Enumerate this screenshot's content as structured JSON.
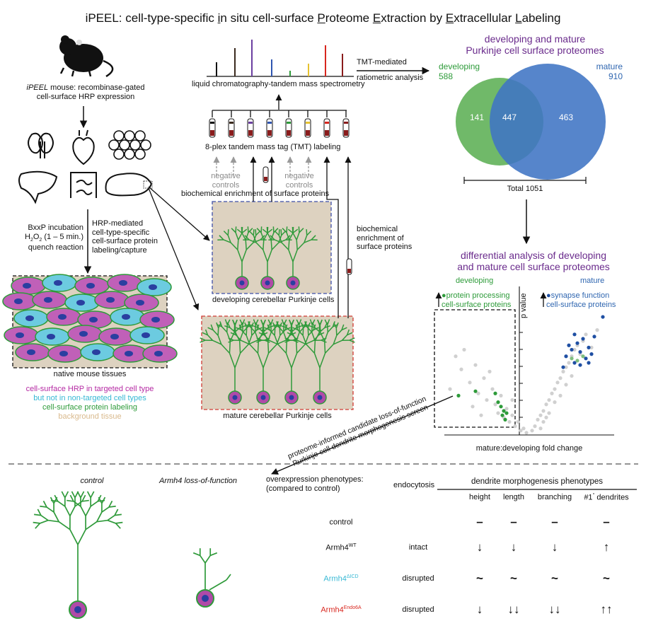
{
  "title": "iPEEL: cell-type-specific in situ cell-surface Proteome Extraction by Extracellular Labeling",
  "title_parts": {
    "p1": "iPEEL: cell-type-specific ",
    "u1": "i",
    "p2": "n situ cell-surface ",
    "u2": "P",
    "p3": "roteome ",
    "u3": "E",
    "p4": "xtraction by ",
    "u4": "E",
    "p5": "xtracellular ",
    "u5": "L",
    "p6": "abeling"
  },
  "mouse": {
    "name_italic": "iPEEL",
    "desc_1": " mouse: recombinase-gated",
    "desc_2": "cell-surface HRP expression"
  },
  "labeling_left": [
    "BxxP incubation",
    "H2O2 (1 – 5 min.)",
    "quench reaction"
  ],
  "labeling_left_h2o2": {
    "h": "H",
    "sub1": "2",
    "o": "O",
    "sub2": "2",
    "rest": " (1 – 5 min.)"
  },
  "labeling_right": [
    "HRP-mediated",
    "cell-type-specific",
    "cell-surface protein",
    "labeling/capture"
  ],
  "tissue_label": "native mouse tissues",
  "legend": [
    {
      "text": "cell-surface HRP in targeted cell type",
      "color": "#b52aa3"
    },
    {
      "text": "but not in non-targeted cell types",
      "color": "#36b8d4"
    },
    {
      "text": "cell-surface protein labeling",
      "color": "#2e9b3a"
    },
    {
      "text": "background tissue",
      "color": "#d9b98c"
    }
  ],
  "lcms": "liquid chromatography-tandem mass spectrometry",
  "tmt_mediated": "TMT-mediated",
  "ratiometric": "ratiometric analysis",
  "tmt_labeling": "8-plex tandem mass tag (TMT) labeling",
  "negative_controls": [
    "negative",
    "controls"
  ],
  "biochem_bottom": "biochemical enrichment of surface proteins",
  "biochem_right": [
    "biochemical",
    "enrichment of",
    "surface proteins"
  ],
  "developing_cells": "developing cerebellar Purkinje cells",
  "mature_cells": "mature cerebellar Purkinje cells",
  "venn": {
    "title": [
      "developing and mature",
      "Purkinje cell surface proteomes"
    ],
    "developing_label": "developing",
    "developing_count": "588",
    "mature_label": "mature",
    "mature_count": "910",
    "only_dev": "141",
    "shared": "447",
    "only_mat": "463",
    "total": "Total 1051"
  },
  "diff": {
    "title": [
      "differential analysis of developing",
      "and mature cell surface proteomes"
    ],
    "developing": "developing",
    "mature": "mature",
    "dev_terms": [
      "protein processing",
      "cell-surface proteins"
    ],
    "mat_terms": [
      "synapse function",
      "cell-surface proteins"
    ],
    "ylabel": "p value",
    "xlabel": "mature:developing fold change"
  },
  "screen_arrow": [
    "proteome-informed candidate loss-of-function",
    "Purkinje cell dendrite morphogenesis screen"
  ],
  "bottom": {
    "control": "control",
    "lof": "Armh4 loss-of-function",
    "overexp": [
      "overexpression phenotypes:",
      "(compared to control)"
    ],
    "endocytosis": "endocytosis",
    "dendrite_header": "dendrite morphogenesis phenotypes",
    "cols": [
      "height",
      "length",
      "branching"
    ],
    "col_dendrites": {
      "pre": "#1",
      "sup": "°",
      "post": " dendrites"
    },
    "rows": [
      {
        "name": "control",
        "sup": "",
        "color": "#111111",
        "endo": "",
        "vals": [
          "–",
          "–",
          "–",
          "–"
        ]
      },
      {
        "name": "Armh4",
        "sup": "WT",
        "color": "#111111",
        "endo": "intact",
        "vals": [
          "↓",
          "↓",
          "↓",
          "↑"
        ]
      },
      {
        "name": "Armh4",
        "sup": "ΔICD",
        "color": "#36b8d4",
        "endo": "disrupted",
        "vals": [
          "~",
          "~",
          "~",
          "~"
        ]
      },
      {
        "name": "Armh4",
        "sup": "Endo6A",
        "color": "#d8261e",
        "endo": "disrupted",
        "vals": [
          "↓",
          "↓↓",
          "↓↓",
          "↑↑"
        ]
      }
    ]
  },
  "chart_data": {
    "type": "scatter",
    "title": "",
    "xlabel": "mature:developing fold change",
    "ylabel": "p value",
    "series": [
      {
        "name": "",
        "color": "#d0d0d0",
        "points": [
          [
            -2.6,
            3.6
          ],
          [
            -2.4,
            3.0
          ],
          [
            -2.1,
            2.4
          ],
          [
            -1.9,
            3.2
          ],
          [
            -1.8,
            1.9
          ],
          [
            -1.6,
            2.6
          ],
          [
            -1.5,
            1.6
          ],
          [
            -1.3,
            2.1
          ],
          [
            -1.2,
            1.4
          ],
          [
            -1.1,
            1.0
          ],
          [
            -1.0,
            1.8
          ],
          [
            -0.9,
            0.8
          ],
          [
            -0.8,
            1.2
          ],
          [
            -0.7,
            0.6
          ],
          [
            -0.6,
            0.9
          ],
          [
            -0.5,
            0.4
          ],
          [
            -0.4,
            0.6
          ],
          [
            -0.3,
            0.2
          ],
          [
            -0.2,
            0.3
          ],
          [
            -0.1,
            0.1
          ],
          [
            0.1,
            0.2
          ],
          [
            0.2,
            0.4
          ],
          [
            0.3,
            0.7
          ],
          [
            0.4,
            0.9
          ],
          [
            0.5,
            1.1
          ],
          [
            0.6,
            1.4
          ],
          [
            0.7,
            1.6
          ],
          [
            0.8,
            1.9
          ],
          [
            0.9,
            2.1
          ],
          [
            1.0,
            2.4
          ],
          [
            1.1,
            2.6
          ],
          [
            1.2,
            2.9
          ],
          [
            1.3,
            3.1
          ],
          [
            1.4,
            3.3
          ],
          [
            1.5,
            3.6
          ],
          [
            1.6,
            3.9
          ],
          [
            1.7,
            4.1
          ],
          [
            1.8,
            3.7
          ],
          [
            1.9,
            4.3
          ],
          [
            2.0,
            4.6
          ],
          [
            2.2,
            4.0
          ],
          [
            2.4,
            4.8
          ],
          [
            0.5,
            0.6
          ],
          [
            0.7,
            1.0
          ],
          [
            0.9,
            1.5
          ],
          [
            1.1,
            1.8
          ],
          [
            1.3,
            2.3
          ],
          [
            1.5,
            2.7
          ],
          [
            0.4,
            0.3
          ],
          [
            0.6,
            0.8
          ],
          [
            -0.6,
            1.6
          ],
          [
            -1.4,
            2.9
          ],
          [
            -2.0,
            1.3
          ],
          [
            -2.8,
            2.1
          ],
          [
            -1.7,
            0.9
          ],
          [
            -2.3,
            3.9
          ]
        ]
      },
      {
        "name": "",
        "color": "#2e9b3a",
        "points": [
          [
            -2.5,
            1.8
          ],
          [
            -1.9,
            2.0
          ],
          [
            -1.2,
            1.9
          ],
          [
            -1.1,
            1.5
          ],
          [
            -1.0,
            1.3
          ],
          [
            -0.95,
            0.9
          ],
          [
            -0.9,
            1.1
          ],
          [
            -0.85,
            0.7
          ],
          [
            -0.8,
            1.0
          ]
        ]
      },
      {
        "name": "",
        "color": "#1f4fa3",
        "points": [
          [
            1.3,
            3.6
          ],
          [
            1.5,
            3.9
          ],
          [
            1.6,
            3.3
          ],
          [
            1.7,
            4.2
          ],
          [
            1.8,
            3.8
          ],
          [
            1.9,
            4.4
          ],
          [
            2.0,
            3.5
          ],
          [
            2.1,
            4.0
          ],
          [
            2.2,
            3.7
          ],
          [
            2.3,
            4.5
          ],
          [
            1.4,
            4.1
          ],
          [
            1.6,
            4.6
          ],
          [
            2.6,
            5.4
          ],
          [
            1.2,
            3.1
          ],
          [
            1.8,
            3.2
          ],
          [
            2.1,
            3.3
          ]
        ]
      },
      {
        "name": "",
        "color": "#7fbf7f",
        "points": [
          [
            1.5,
            3.5
          ],
          [
            1.7,
            3.4
          ],
          [
            1.9,
            3.6
          ]
        ]
      }
    ]
  }
}
